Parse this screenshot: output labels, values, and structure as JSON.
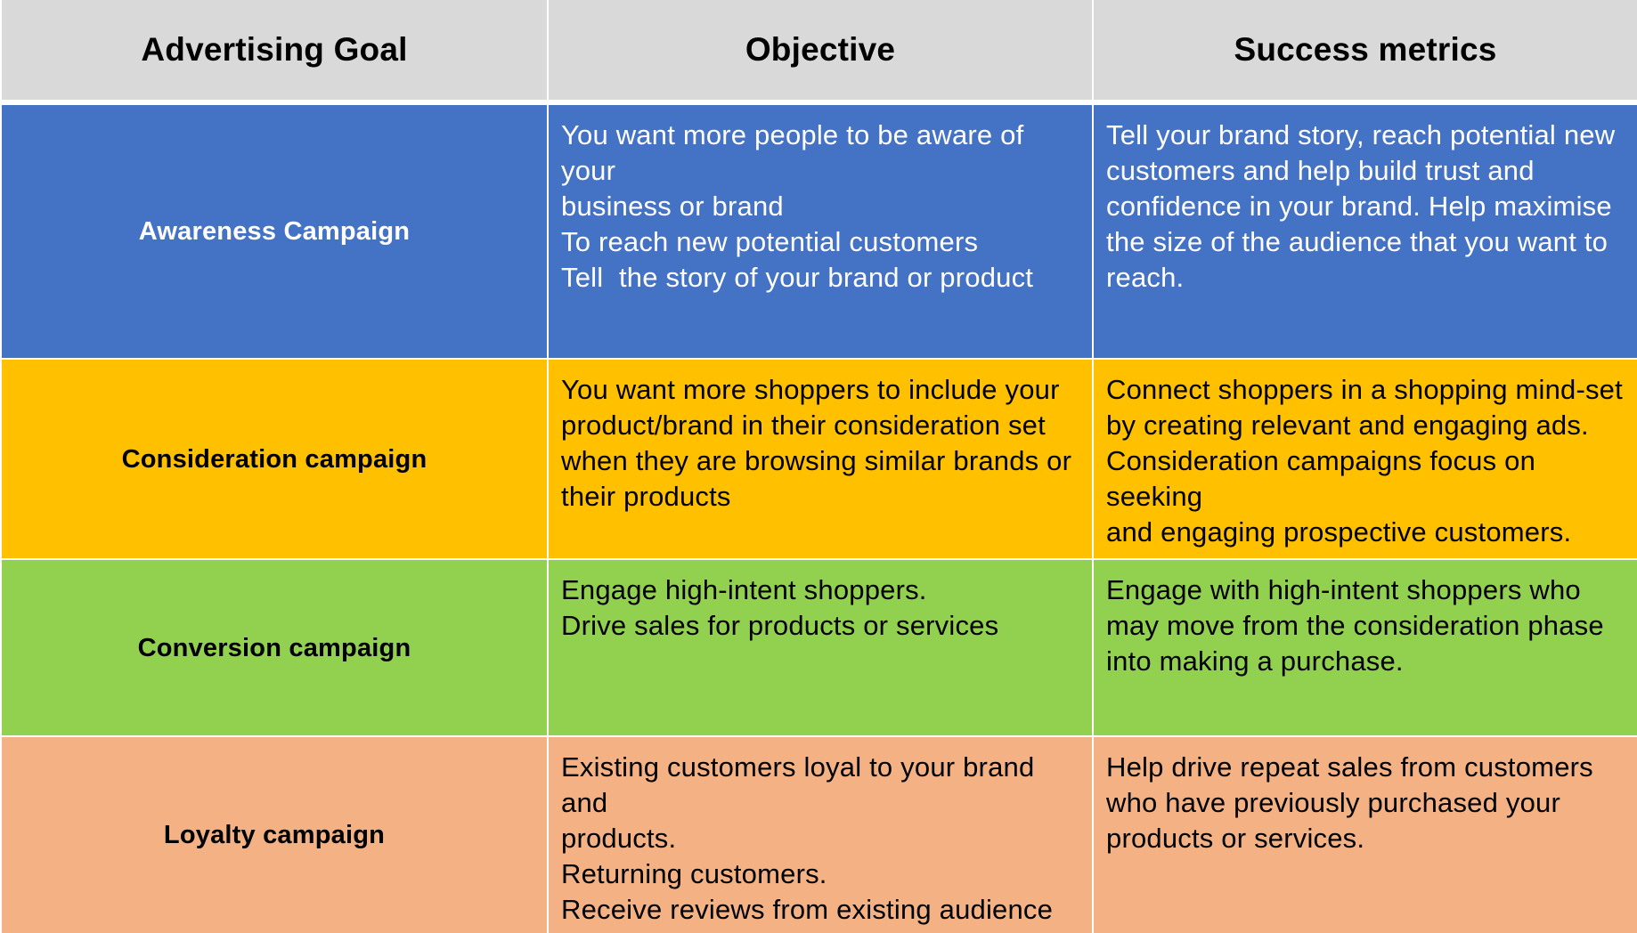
{
  "headers": {
    "goal": "Advertising Goal",
    "objective": "Objective",
    "metrics": "Success metrics"
  },
  "rows": [
    {
      "goal": "Awareness Campaign",
      "objective": [
        "You want more people to be aware of your",
        "business or brand",
        "To reach new potential customers",
        "Tell  the story of your brand or product"
      ],
      "metrics": [
        "Tell your brand story, reach potential new",
        "customers and help build trust and",
        "confidence in your brand. Help maximise",
        "the size of the audience that you want to",
        "reach."
      ],
      "color": "#4472c4"
    },
    {
      "goal": "Consideration campaign",
      "objective": [
        "You want more shoppers to include your",
        "product/brand in their consideration set",
        "when they are browsing similar brands or",
        "their products"
      ],
      "metrics": [
        "Connect shoppers in a shopping mind-set",
        "by creating relevant and engaging ads.",
        "Consideration campaigns focus on seeking",
        "and engaging prospective customers."
      ],
      "color": "#ffc000"
    },
    {
      "goal": "Conversion campaign",
      "objective": [
        "Engage high-intent shoppers.",
        "Drive sales for products or services"
      ],
      "metrics": [
        "Engage with high-intent shoppers who",
        "may move from the consideration phase",
        "into making a purchase."
      ],
      "color": "#92d050"
    },
    {
      "goal": "Loyalty campaign",
      "objective": [
        "Existing customers loyal to your brand and",
        "products.",
        "Returning customers.",
        "Receive reviews from existing audience"
      ],
      "metrics": [
        "Help drive repeat sales from customers",
        "who have previously purchased your",
        "products or services."
      ],
      "color": "#f4b183"
    }
  ]
}
